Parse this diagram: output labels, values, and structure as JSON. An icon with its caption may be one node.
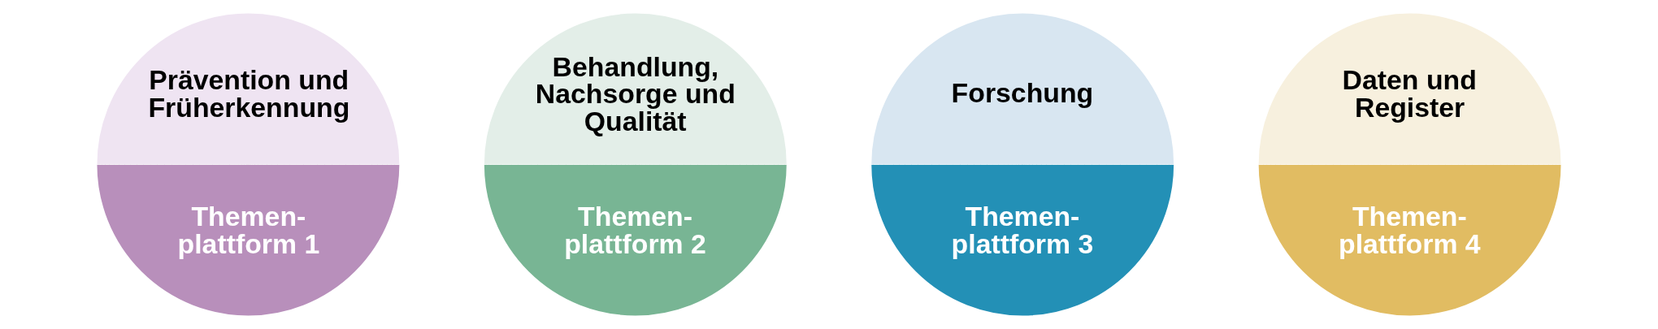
{
  "diagram": {
    "nodes": [
      {
        "text": [
          "Prävention und Früherkennung",
          "Themen- plattform 1"
        ]
      },
      {
        "text": [
          "Behandlung, Nachsorge und Qualität",
          "Themen- plattform 2"
        ]
      },
      {
        "text": [
          "Forschung",
          "Themen- plattform 3"
        ]
      },
      {
        "text": [
          "Daten und Register",
          "Themen- plattform 4"
        ]
      }
    ]
  }
}
